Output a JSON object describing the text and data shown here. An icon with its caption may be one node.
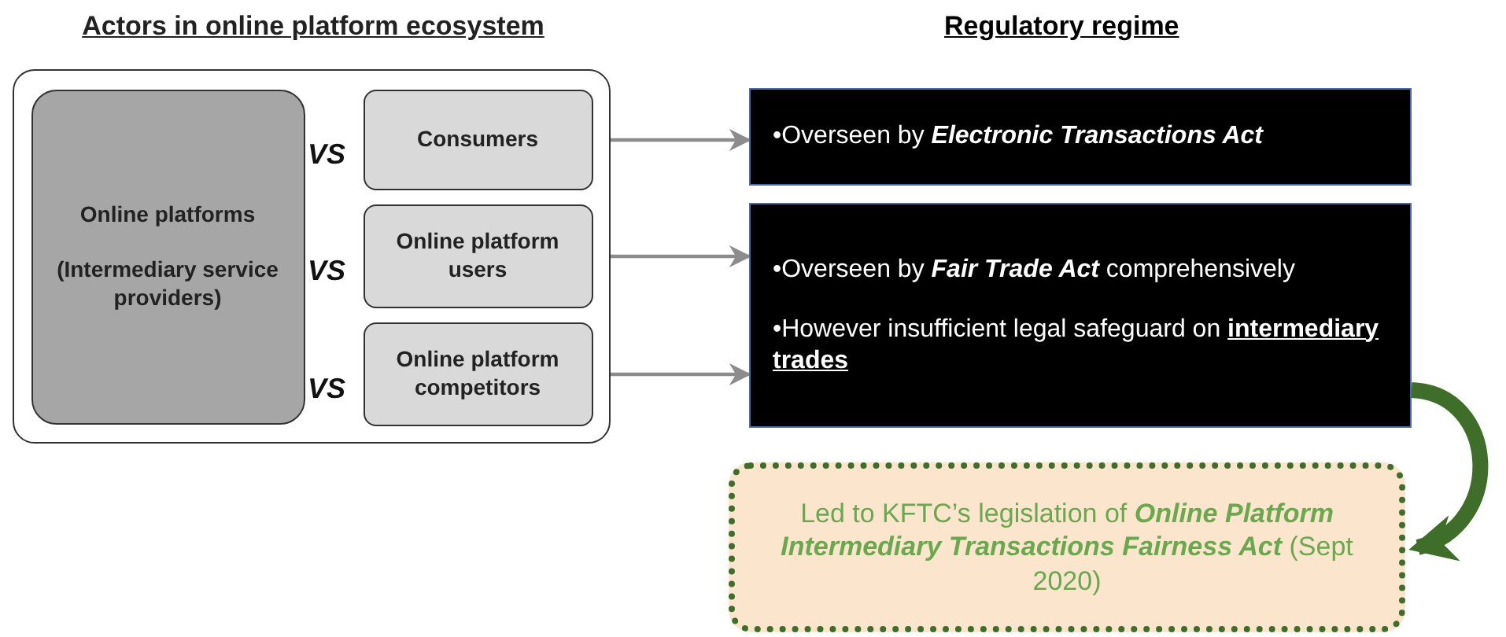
{
  "diagram": {
    "nodes": [
      {
        "text": [
          "Actors in online platform ecosystem"
        ]
      },
      {
        "text": [
          "Online platforms",
          "(Intermediary service providers)"
        ],
        "in": 0
      },
      {
        "text": [
          "Consumers"
        ],
        "in": 0,
        "beside": [
          "VS"
        ]
      },
      {
        "text": [
          "Online platform users"
        ],
        "in": 0,
        "beside": [
          "VS"
        ]
      },
      {
        "text": [
          "Online platform competitors"
        ],
        "in": 0,
        "beside": [
          "VS"
        ]
      },
      {
        "text": [
          "•Overseen by **Electronic Transactions Act**"
        ]
      },
      {
        "text": [
          "•Overseen by **Fair Trade Act** comprehensively",
          "•However insufficient legal safeguard on **intermediary trades**"
        ]
      },
      {
        "text": [
          "Led to KFTC’s legislation of **Online Platform Intermediary Transactions Fairness Act** (Sept 2020)"
        ]
      }
    ],
    "edges": [
      {
        "from": 2,
        "to": 5,
        "arrow": "to"
      },
      {
        "from": 3,
        "to": 6,
        "arrow": "to"
      },
      {
        "from": 4,
        "to": 6,
        "arrow": "to"
      },
      {
        "from": 6,
        "to": 7,
        "arrow": "to",
        "style": "thick",
        "color": "#3f6e2b"
      }
    ],
    "labels": [
      "Regulatory regime"
    ]
  }
}
